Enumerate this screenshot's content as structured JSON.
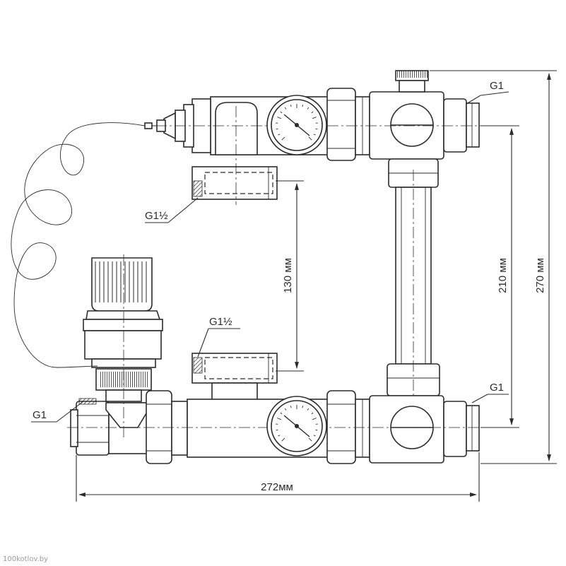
{
  "labels": {
    "top_right_thread": "G1",
    "upper_left_thread": "G1½",
    "middle_thread": "G1½",
    "bottom_left_thread": "G1",
    "bottom_right_thread": "G1"
  },
  "dimensions": {
    "height_130": "130 мм",
    "height_210": "210 мм",
    "height_270": "270 мм",
    "width_272": "272мм"
  },
  "watermark": "100kotlov.by",
  "colors": {
    "line": "#2b2b2b",
    "background": "#ffffff"
  }
}
